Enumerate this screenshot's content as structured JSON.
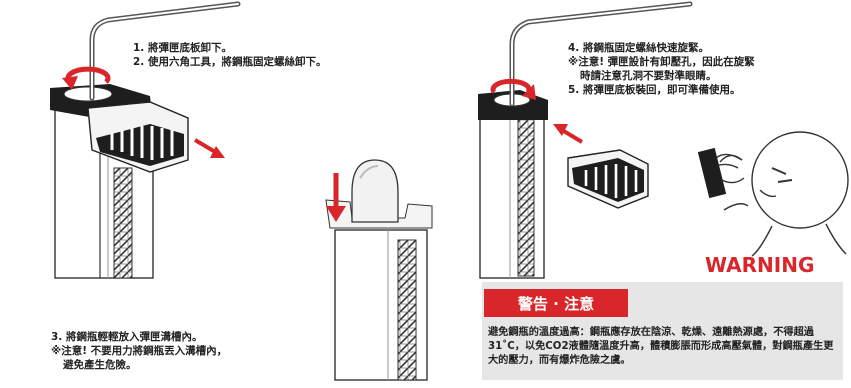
{
  "steps_top_left": [
    "1. 將彈匣底板卸下。",
    "2. 使用六角工具，將鋼瓶固定螺絲卸下。"
  ],
  "steps_bottom_left": [
    "3. 將鋼瓶輕輕放入彈匣溝槽內。",
    "※注意! 不要用力將鋼瓶丟入溝槽內，",
    "避免產生危險。"
  ],
  "steps_top_right": [
    "4. 將鋼瓶固定螺絲快速旋緊。",
    "※注意! 彈匣設計有卸壓孔，因此在旋緊",
    "時請注意孔洞不要對準眼睛。",
    "5. 將彈匣底板裝回，即可準備使用。"
  ],
  "warning_label": "WARNING",
  "notice": {
    "title": "警告 · 注意",
    "body": "避免鋼瓶的溫度過高：鋼瓶應存放在陰涼、乾燥、遠離熱源處，不得超過31˚C，以免CO2液體隨溫度升高，體積膨脹而形成高壓氣體，對鋼瓶產生更大的壓力，而有爆炸危險之虞。"
  },
  "colors": {
    "accent_red": "#d9262b",
    "panel_gray": "#e6e6e6",
    "ink": "#222222"
  },
  "icons": [
    "rotate-arrow-icon",
    "direction-arrow-icon",
    "hex-key-tool",
    "warning-figure"
  ]
}
